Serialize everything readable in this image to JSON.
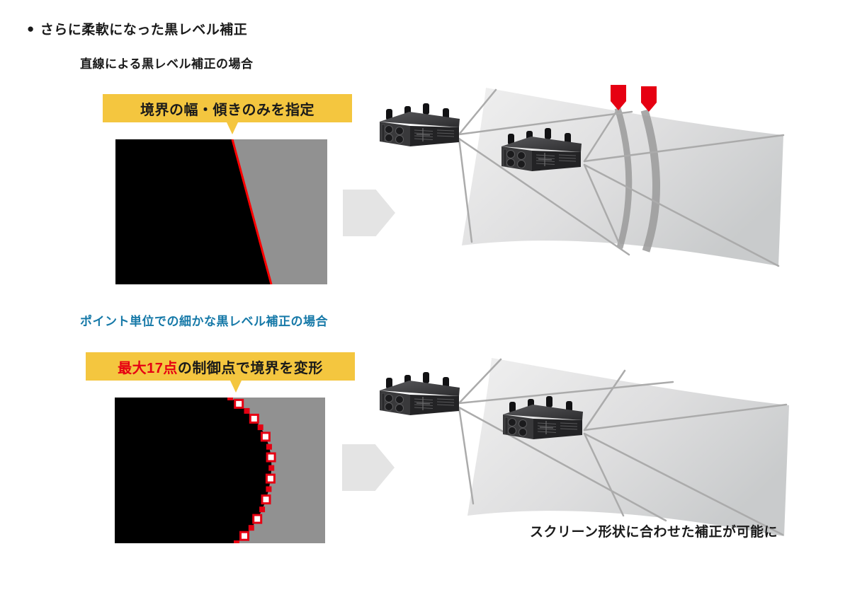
{
  "heading": {
    "bullet": "●",
    "text": "さらに柔軟になった黒レベル補正"
  },
  "linear_section": {
    "title": "直線による黒レベル補正の場合",
    "banner_text": "境界の幅・傾きのみを指定"
  },
  "point_section": {
    "title": "ポイント単位での細かな黒レベル補正の場合",
    "banner_highlight": "最大17点",
    "banner_rest": "の制御点で境界を変形",
    "control_points_count": 17
  },
  "caption": "スクリーン形状に合わせた補正が可能に",
  "colors": {
    "banner_yellow": "#F4C63F",
    "accent_red": "#E60012",
    "boundary_red": "#FF0000",
    "heading_blue": "#1679A8",
    "image_gray": "#919191",
    "arrow_gray": "#E4E4E4"
  }
}
